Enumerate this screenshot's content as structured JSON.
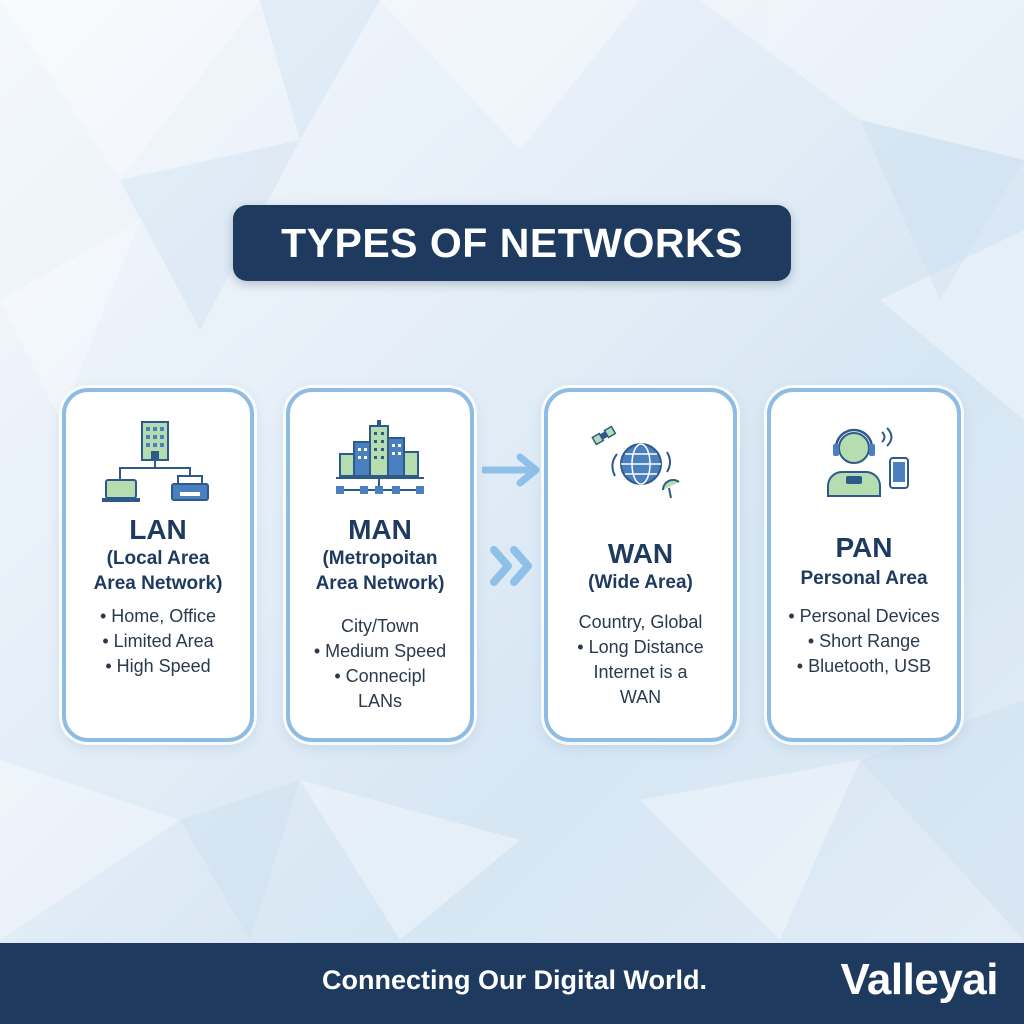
{
  "title": "TYPES OF NETWORKS",
  "cards": [
    {
      "abbr": "LAN",
      "full_lines": [
        "(Local Area",
        "Area Network)"
      ],
      "points": [
        "• Home, Office",
        "• Limited Area",
        "• High Speed"
      ],
      "icon": "lan-network-icon"
    },
    {
      "abbr": "MAN",
      "full_lines": [
        "(Metropoitan",
        "Area Network)"
      ],
      "points": [
        "City/Town",
        "• Medium Speed",
        "• Connecipl",
        "LANs"
      ],
      "icon": "city-buildings-icon"
    },
    {
      "abbr": "WAN",
      "full_lines": [
        "(Wide Area)"
      ],
      "points": [
        "Country, Global",
        "• Long Distance",
        "Internet is a",
        "WAN"
      ],
      "icon": "globe-satellite-icon"
    },
    {
      "abbr": "PAN",
      "full_lines": [
        "Personal Area"
      ],
      "points": [
        "• Personal Devices",
        "• Short Range",
        "• Bluetooth, USB"
      ],
      "icon": "person-headset-icon"
    }
  ],
  "footer": {
    "tagline": "Connecting Our Digital World.",
    "brand": "Valleyai"
  },
  "colors": {
    "navy": "#1e3a5f",
    "card_border": "#8ebce3",
    "icon_blue": "#4a7fc0",
    "icon_green": "#b5ddb0",
    "arrow": "#8fc0e8"
  }
}
